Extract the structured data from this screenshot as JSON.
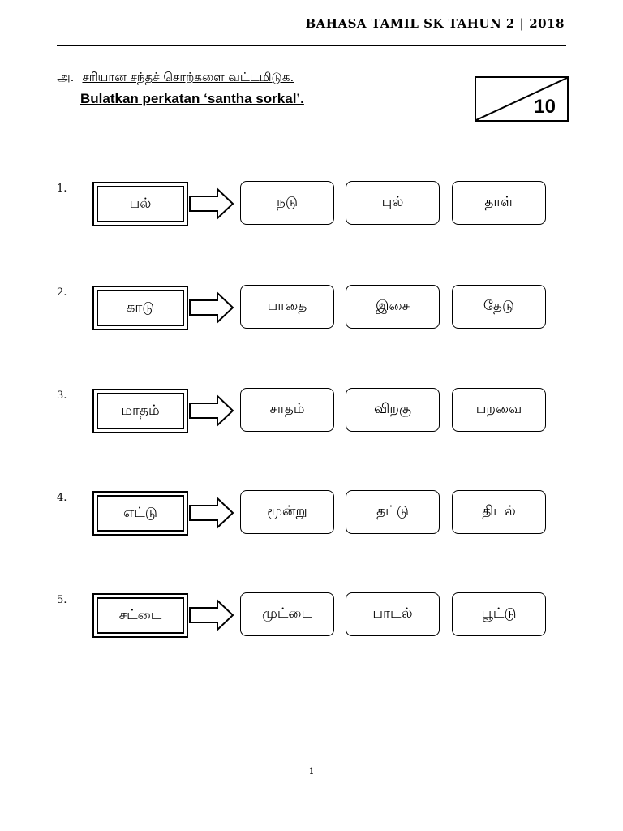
{
  "header": {
    "title": "BAHASA TAMIL SK TAHUN 2 | 2018"
  },
  "instruction": {
    "marker": "அ.",
    "tamil": "சரியான சந்தச் சொற்களை வட்டமிடுக.",
    "malay": "Bulatkan perkatan ‘santha sorkal’."
  },
  "score": {
    "total": "10"
  },
  "questions": [
    {
      "number": "1.",
      "word": "பல்",
      "options": [
        "நடு",
        "புல்",
        "தாள்"
      ]
    },
    {
      "number": "2.",
      "word": "காடு",
      "options": [
        "பாதை",
        "இசை",
        "தேடு"
      ]
    },
    {
      "number": "3.",
      "word": "மாதம்",
      "options": [
        "சாதம்",
        "விறகு",
        "பறவை"
      ]
    },
    {
      "number": "4.",
      "word": "எட்டு",
      "options": [
        "மூன்று",
        "தட்டு",
        "திடல்"
      ]
    },
    {
      "number": "5.",
      "word": "சட்டை",
      "options": [
        "முட்டை",
        "பாடல்",
        "பூட்டு"
      ]
    }
  ],
  "footer": {
    "page_number": "1"
  }
}
